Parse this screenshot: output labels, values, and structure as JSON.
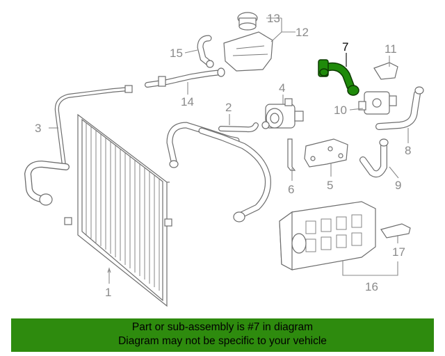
{
  "diagram": {
    "callouts": [
      "1",
      "2",
      "3",
      "4",
      "5",
      "6",
      "7",
      "8",
      "9",
      "10",
      "11",
      "12",
      "13",
      "14",
      "15",
      "16",
      "17"
    ],
    "highlighted_part": "7",
    "highlight_color": "#1f8a0a"
  },
  "banner": {
    "line1": "Part or sub-assembly is #7 in diagram",
    "line2": "Diagram may not be specific to your vehicle",
    "background": "#2e8b0e"
  }
}
